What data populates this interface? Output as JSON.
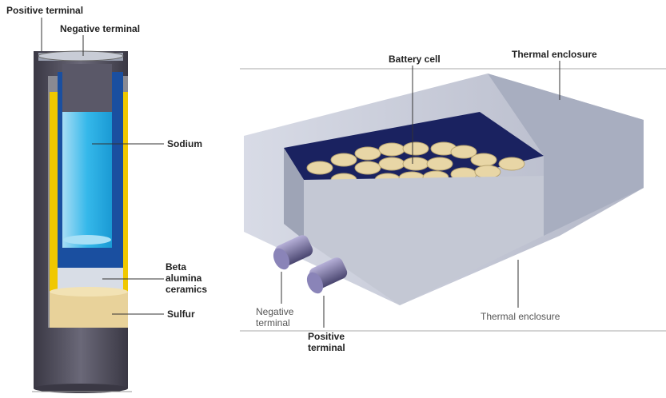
{
  "left_diagram": {
    "labels": {
      "positive_terminal": "Positive terminal",
      "negative_terminal": "Negative terminal",
      "sodium": "Sodium",
      "beta_alumina_1": "Beta",
      "beta_alumina_2": "alumina",
      "beta_alumina_3": "ceramics",
      "sulfur": "Sulfur"
    }
  },
  "right_diagram": {
    "labels": {
      "battery_cell": "Battery cell",
      "thermal_enclosure_top": "Thermal enclosure",
      "negative_terminal_1": "Negative",
      "negative_terminal_2": "terminal",
      "positive_terminal_1": "Positive",
      "positive_terminal_2": "terminal",
      "thermal_enclosure_bottom": "Thermal enclosure"
    }
  },
  "colors": {
    "outer_case": "#4a4856",
    "sulfur_electrode": "#f0c800",
    "sodium": "#29b3e6",
    "beta_alumina": "#1a4fa0",
    "sulfur": "#e8d29a",
    "enclosure": "#c9ccd8"
  }
}
